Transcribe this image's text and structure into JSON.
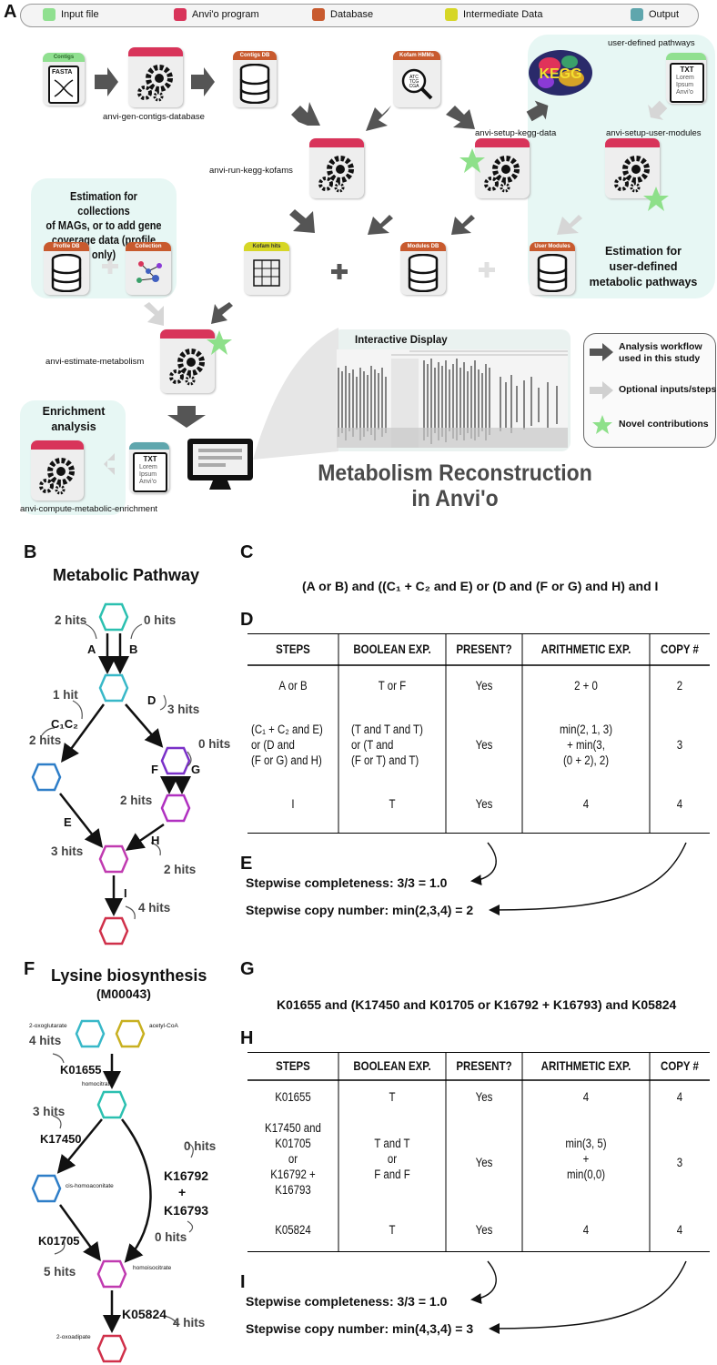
{
  "legend": {
    "items": [
      {
        "label": "Input file",
        "color": "#90e090"
      },
      {
        "label": "Anvi'o program",
        "color": "#d8345a"
      },
      {
        "label": "Database",
        "color": "#c85a2e"
      },
      {
        "label": "Intermediate Data",
        "color": "#d6d626"
      },
      {
        "label": "Output",
        "color": "#5fa6ad"
      }
    ]
  },
  "panelA": {
    "letter": "A",
    "contigs_tab": "Contigs",
    "fasta": "FASTA",
    "gen_contigs": "anvi-gen-contigs-database",
    "contigs_db_tab": "Contigs DB",
    "kofam_hmms_tab": "Kofam HMMs",
    "hmm_letters": "ATC\nTCG\nCGA",
    "kegg_logo": "KEGG",
    "user_pathways": "user-defined pathways",
    "txt_title": "TXT",
    "txt_lines": [
      "Lorem",
      "Ipsum",
      "Anvi'o"
    ],
    "setup_kegg": "anvi-setup-kegg-data",
    "setup_user": "anvi-setup-user-modules",
    "run_kegg": "anvi-run-kegg-kofams",
    "collections_title": [
      "Estimation for collections",
      "of MAGs, or to add gene",
      "coverage data (profile only)"
    ],
    "profile_db_tab": "Profile DB",
    "collection_tab": "Collection",
    "kofam_hits_tab": "Kofam hits",
    "modules_db_tab": "Modules DB",
    "user_modules_tab": "User Modules",
    "user_defined_title": [
      "Estimation for",
      "user-defined",
      "metabolic pathways"
    ],
    "estimate": "anvi-estimate-metabolism",
    "interactive": "Interactive Display",
    "legend2": [
      "Analysis workflow\nused in this study",
      "Optional inputs/steps",
      "Novel contributions"
    ],
    "enrichment_title": [
      "Enrichment",
      "analysis"
    ],
    "compute_enrichment": "anvi-compute-metabolic-enrichment",
    "big_title": [
      "Metabolism Reconstruction",
      "in Anvi'o"
    ]
  },
  "panelB": {
    "letter": "B",
    "title": "Metabolic Pathway",
    "labels": {
      "hits_2a": "2 hits",
      "hits_0a": "0 hits",
      "A": "A",
      "B": "B",
      "hits_1": "1 hit",
      "D": "D",
      "hits_3d": "3 hits",
      "C1C2": "C₁C₂",
      "hits_2c": "2 hits",
      "hits_0f": "0 hits",
      "F": "F",
      "G": "G",
      "hits_2f": "2 hits",
      "E": "E",
      "hits_3e": "3 hits",
      "H": "H",
      "hits_2h": "2 hits",
      "I": "I",
      "hits_4i": "4 hits"
    }
  },
  "panelC": {
    "letter": "C",
    "expression": "(A or B) and ((C₁ + C₂ and E) or (D and (F or G) and H) and I"
  },
  "panelD": {
    "letter": "D",
    "headers": [
      "STEPS",
      "BOOLEAN EXP.",
      "PRESENT?",
      "ARITHMETIC EXP.",
      "COPY #"
    ],
    "rows": [
      {
        "steps": [
          "A or B"
        ],
        "bool": [
          "T or F"
        ],
        "present": "Yes",
        "arith": [
          "2 + 0"
        ],
        "copy": "2"
      },
      {
        "steps": [
          "(C₁ + C₂ and E)",
          "or (D and",
          "(F or G) and H)"
        ],
        "bool": [
          "(T and T and T)",
          "or (T and",
          "(F or T) and T)"
        ],
        "present": "Yes",
        "arith": [
          "min(2, 1, 3)",
          "+ min(3,",
          "(0 + 2), 2)"
        ],
        "copy": "3"
      },
      {
        "steps": [
          "I"
        ],
        "bool": [
          "T"
        ],
        "present": "Yes",
        "arith": [
          "4"
        ],
        "copy": "4"
      }
    ]
  },
  "panelE": {
    "letter": "E",
    "completeness": "Stepwise completeness: 3/3 = 1.0",
    "copy_number": "Stepwise copy number: min(2,3,4) = 2"
  },
  "panelF": {
    "letter": "F",
    "title": "Lysine biosynthesis",
    "subtitle": "(M00043)",
    "labels": {
      "oxoglutarate": "2-oxoglutarate",
      "acetylcoa": "acetyl-CoA",
      "hits4": "4 hits",
      "K01655": "K01655",
      "homocitrate": "homocitrate",
      "hits3": "3 hits",
      "K17450": "K17450",
      "hits0": "0 hits",
      "K16792": "K16792",
      "plus": "+",
      "K16793": "K16793",
      "hits0b": "0 hits",
      "cishomo": "cis-homoaconitate",
      "K01705": "K01705",
      "hits5": "5 hits",
      "homoiso": "homoisocitrate",
      "K05824": "K05824",
      "hits4b": "4 hits",
      "oxoadipate": "2-oxoadipate"
    }
  },
  "panelG": {
    "letter": "G",
    "expression": "K01655 and (K17450 and K01705 or K16792 + K16793) and K05824"
  },
  "panelH": {
    "letter": "H",
    "headers": [
      "STEPS",
      "BOOLEAN EXP.",
      "PRESENT?",
      "ARITHMETIC EXP.",
      "COPY #"
    ],
    "rows": [
      {
        "steps": [
          "K01655"
        ],
        "bool": [
          "T"
        ],
        "present": "Yes",
        "arith": [
          "4"
        ],
        "copy": "4"
      },
      {
        "steps": [
          "K17450 and",
          "K01705",
          "or",
          "K16792 +",
          "K16793"
        ],
        "bool": [
          "T and T",
          "or",
          "F and F"
        ],
        "present": "Yes",
        "arith": [
          "min(3, 5)",
          "+",
          "min(0,0)"
        ],
        "copy": "3"
      },
      {
        "steps": [
          "K05824"
        ],
        "bool": [
          "T"
        ],
        "present": "Yes",
        "arith": [
          "4"
        ],
        "copy": "4"
      }
    ]
  },
  "panelI": {
    "letter": "I",
    "completeness": "Stepwise completeness: 3/3 = 1.0",
    "copy_number": "Stepwise copy number: min(4,3,4) = 3"
  }
}
